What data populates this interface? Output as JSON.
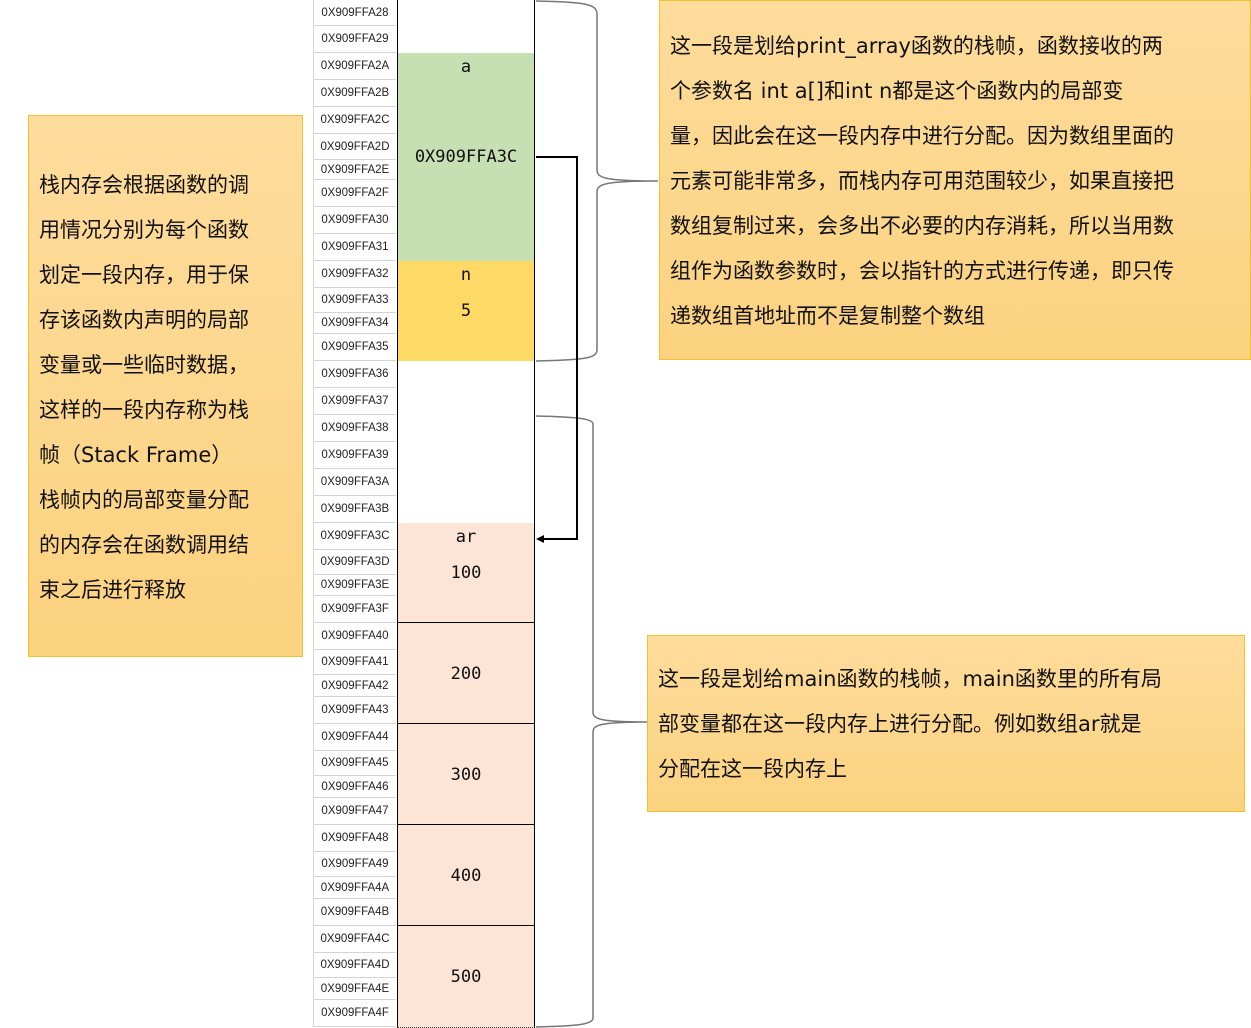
{
  "addresses": [
    "0X909FFA28",
    "0X909FFA29",
    "0X909FFA2A",
    "0X909FFA2B",
    "0X909FFA2C",
    "0X909FFA2D",
    "0X909FFA2E",
    "0X909FFA2F",
    "0X909FFA30",
    "0X909FFA31",
    "0X909FFA32",
    "0X909FFA33",
    "0X909FFA34",
    "0X909FFA35",
    "0X909FFA36",
    "0X909FFA37",
    "0X909FFA38",
    "0X909FFA39",
    "0X909FFA3A",
    "0X909FFA3B",
    "0X909FFA3C",
    "0X909FFA3D",
    "0X909FFA3E",
    "0X909FFA3F",
    "0X909FFA40",
    "0X909FFA41",
    "0X909FFA42",
    "0X909FFA43",
    "0X909FFA44",
    "0X909FFA45",
    "0X909FFA46",
    "0X909FFA47",
    "0X909FFA48",
    "0X909FFA49",
    "0X909FFA4A",
    "0X909FFA4B",
    "0X909FFA4C",
    "0X909FFA4D",
    "0X909FFA4E",
    "0X909FFA4F"
  ],
  "values": {
    "a": "a",
    "pointer": "0X909FFA3C",
    "n": "n",
    "n_val": "5",
    "ar": "ar",
    "e0": "100",
    "e1": "200",
    "e2": "300",
    "e3": "400",
    "e4": "500"
  },
  "colors": {
    "param_a": "#C6E0B4",
    "param_n": "#FFD966",
    "main_frame": "#FCE4D6",
    "note_bg": "#FDD88E",
    "note_border": "#F2C12E"
  },
  "notes": {
    "left": [
      "栈内存会根据函数的调",
      "用情况分别为每个函数",
      "划定一段内存，用于保",
      "存该函数内声明的局部",
      "变量或一些临时数据，",
      "这样的一段内存称为栈",
      "帧（Stack Frame）",
      "栈帧内的局部变量分配",
      "的内存会在函数调用结",
      "束之后进行释放"
    ],
    "print_array": [
      "这一段是划给print_array函数的栈帧，函数接收的两",
      "个参数名 int a[]和int n都是这个函数内的局部变",
      "量，因此会在这一段内存中进行分配。因为数组里面的",
      "元素可能非常多，而栈内存可用范围较少，如果直接把",
      "数组复制过来，会多出不必要的内存消耗，所以当用数",
      "组作为函数参数时，会以指针的方式进行传递，即只传",
      "递数组首地址而不是复制整个数组"
    ],
    "main": [
      "这一段是划给main函数的栈帧，main函数里的所有局",
      "部变量都在这一段内存上进行分配。例如数组ar就是",
      "分配在这一段内存上"
    ]
  }
}
